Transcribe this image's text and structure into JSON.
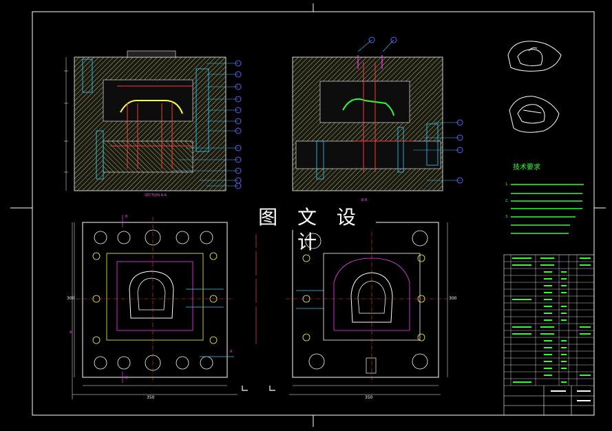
{
  "watermark": "图 文 设 计",
  "tech_requirements": {
    "title": "技术要求",
    "notes": [
      "1.",
      "2.",
      "3."
    ]
  },
  "section_labels": {
    "a": "SECTION A-A",
    "b": "B-B"
  },
  "dimensions": {
    "top_left_width": "350",
    "top_right_width": "350",
    "left_height": "300",
    "right_height": "300"
  },
  "view_markers": {
    "b_top": "B",
    "b_bottom": "B",
    "a_left": "A",
    "a_right": "A"
  },
  "colors": {
    "background": "#000000",
    "frame": "#ffffff",
    "hatch": "#e8e8a0",
    "parts": "#ff3c3c",
    "balloon": "#3c3cff",
    "outline_cyan": "#2fd0ff",
    "green": "#2fff2f",
    "magenta": "#ff3cff",
    "yellow": "#ffff3c"
  }
}
